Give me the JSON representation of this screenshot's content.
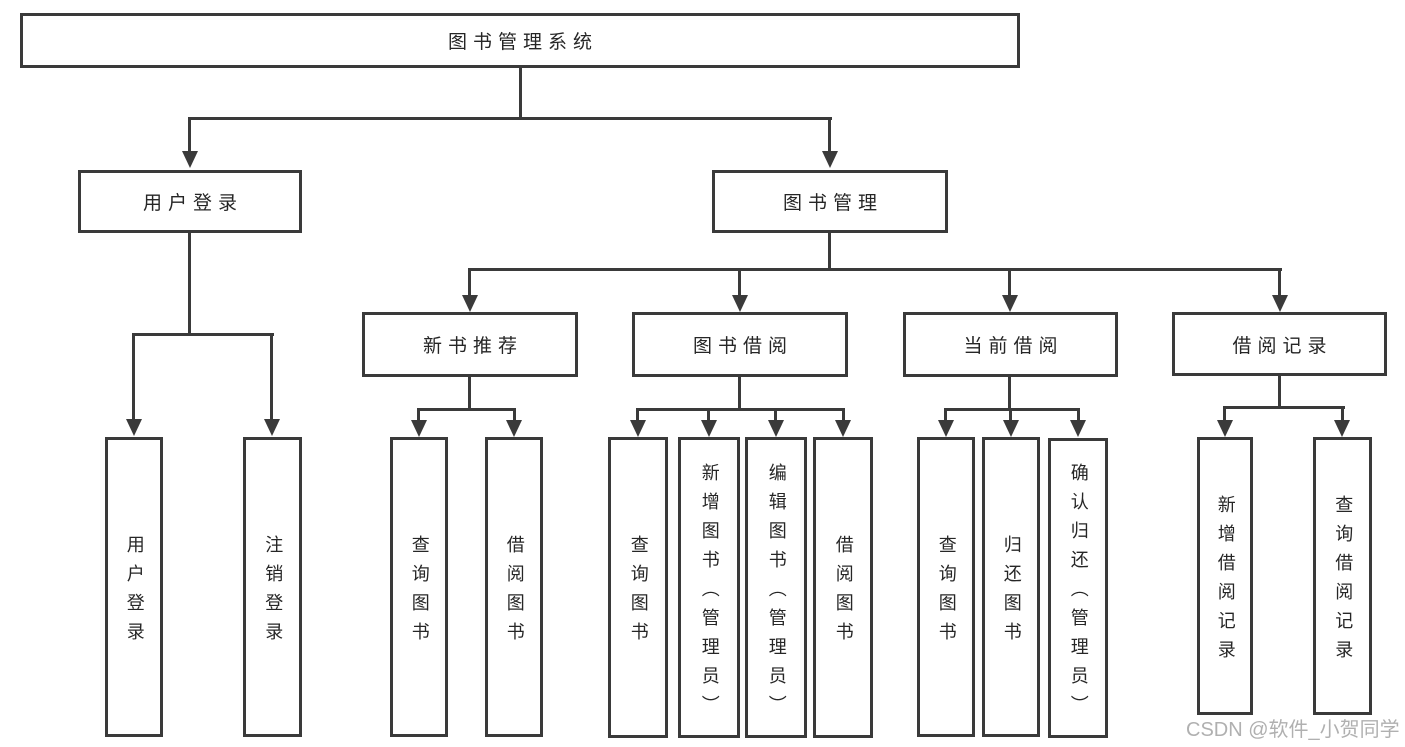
{
  "colors": {
    "line": "#3a3a3a",
    "text": "#262626",
    "watermark": "#a3a3a3",
    "background": "#ffffff"
  },
  "watermark": {
    "text": "CSDN @软件_小贺同学"
  },
  "tree": {
    "root": "图书管理系统",
    "branches": [
      {
        "label": "用户登录",
        "children": [
          {
            "label": "用户登录"
          },
          {
            "label": "注销登录"
          }
        ]
      },
      {
        "label": "图书管理",
        "children": [
          {
            "label": "新书推荐",
            "children": [
              {
                "label": "查询图书"
              },
              {
                "label": "借阅图书"
              }
            ]
          },
          {
            "label": "图书借阅",
            "children": [
              {
                "label": "查询图书"
              },
              {
                "label": "新增图书（管理员）"
              },
              {
                "label": "编辑图书（管理员）"
              },
              {
                "label": "借阅图书"
              }
            ]
          },
          {
            "label": "当前借阅",
            "children": [
              {
                "label": "查询图书"
              },
              {
                "label": "归还图书"
              },
              {
                "label": "确认归还（管理员）"
              }
            ]
          },
          {
            "label": "借阅记录",
            "children": [
              {
                "label": "新增借阅记录"
              },
              {
                "label": "查询借阅记录"
              }
            ]
          }
        ]
      }
    ]
  }
}
